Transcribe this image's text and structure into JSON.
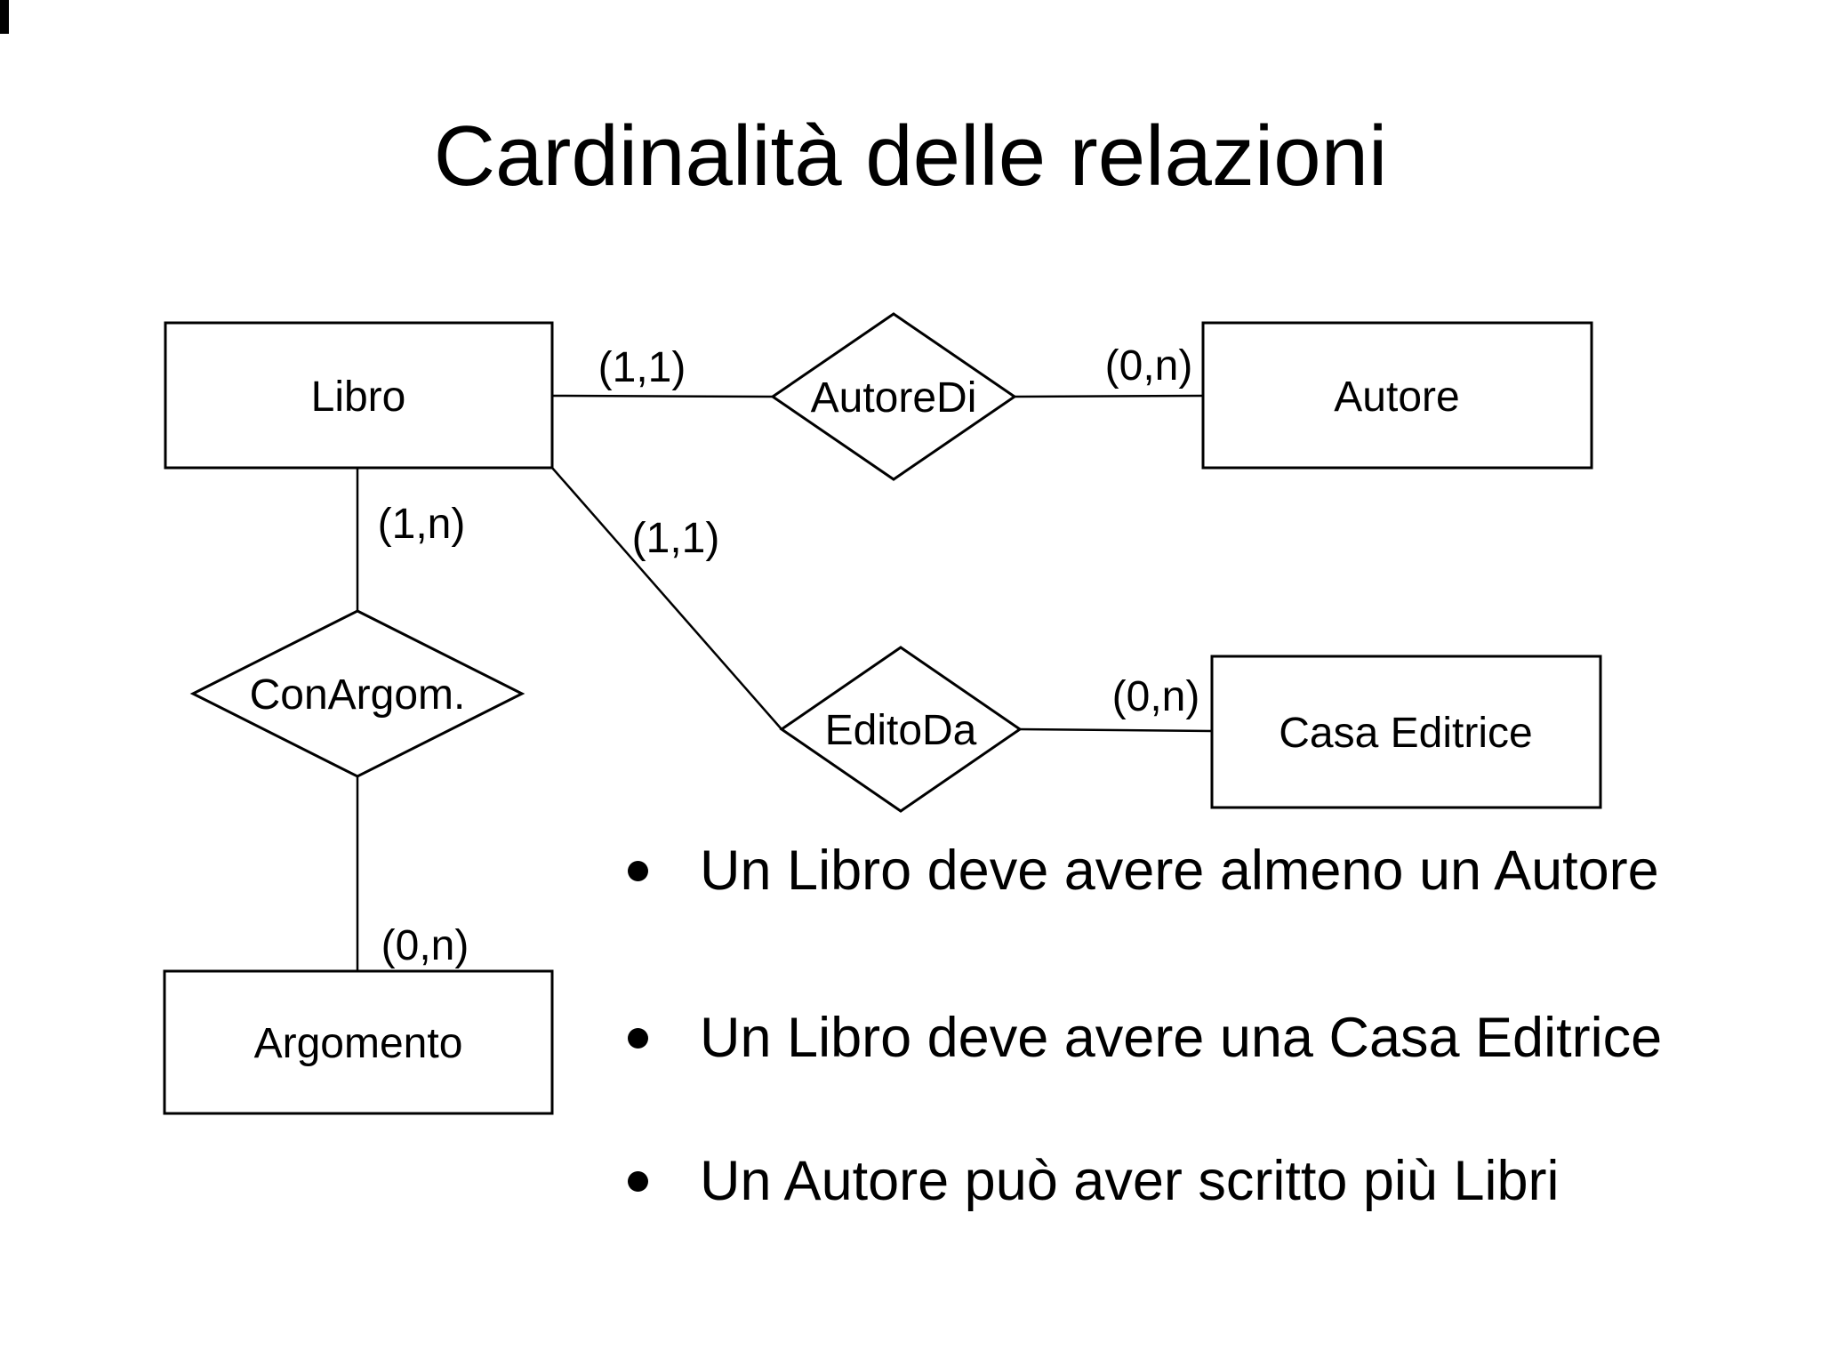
{
  "page": {
    "title": "Cardinalità delle relazioni",
    "background_color": "#ffffff",
    "ink_color": "#000000"
  },
  "diagram": {
    "entities": [
      {
        "id": "libro",
        "label": "Libro"
      },
      {
        "id": "autore",
        "label": "Autore"
      },
      {
        "id": "casa-editrice",
        "label": "Casa Editrice"
      },
      {
        "id": "argomento",
        "label": "Argomento"
      }
    ],
    "relationships": [
      {
        "id": "autoredi",
        "label": "AutoreDi"
      },
      {
        "id": "conargom",
        "label": "ConArgom."
      },
      {
        "id": "editoda",
        "label": "EditoDa"
      }
    ],
    "cardinalities": [
      {
        "id": "libro-autoredi",
        "label": "(1,1)"
      },
      {
        "id": "autoredi-autore",
        "label": "(0,n)"
      },
      {
        "id": "libro-conargom",
        "label": "(1,n)"
      },
      {
        "id": "libro-editoda",
        "label": "(1,1)"
      },
      {
        "id": "editoda-casa",
        "label": "(0,n)"
      },
      {
        "id": "conargom-argomento",
        "label": "(0,n)"
      }
    ]
  },
  "bullets": [
    "Un Libro deve avere almeno un Autore",
    "Un Libro deve avere una Casa Editrice",
    "Un Autore può aver scritto più Libri"
  ]
}
